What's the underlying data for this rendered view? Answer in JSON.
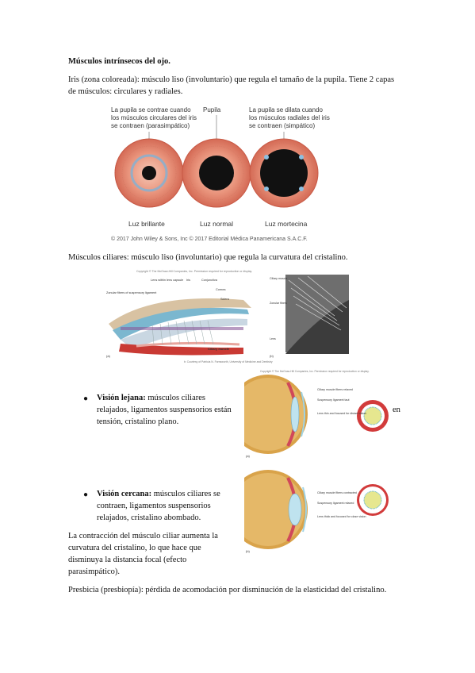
{
  "heading": "Músculos intrínsecos del ojo.",
  "iris": {
    "line1": "Iris (zona coloreada): músculo liso (involuntario) que regula el tamaño de la pupila. Tiene 2 capas",
    "line2": "de músculos: circulares y radiales.",
    "figure": {
      "label_left": [
        "La pupila se contrae cuando",
        "los músculos circulares del iris",
        "se contraen (parasimpático)"
      ],
      "label_center": "Pupila",
      "label_right": [
        "La pupila se dilata cuando",
        "los músculos radiales del iris",
        "se contraen (simpático)"
      ],
      "caption_left": "Luz brillante",
      "caption_center": "Luz normal",
      "caption_right": "Luz mortecina",
      "copyright": "© 2017 John Wiley & Sons, Inc  © 2017 Editorial Médica Panamericana S.A.C.F."
    }
  },
  "ciliary": {
    "line": "Músculos ciliares: músculo liso (involuntario) que regula la curvatura del cristalino.",
    "figure": {
      "copyright_top": "Copyright © The McGraw-Hill Companies, Inc. Permission required for reproduction or display.",
      "labels": [
        "Lens within lens capsule",
        "Iris",
        "Conjunctiva",
        "Cornea",
        "Sclera",
        "Zonular fibers of suspensory ligament",
        "Ciliary muscle"
      ],
      "micro_labels": [
        "Ciliary muscle",
        "Zonular fibers",
        "Lens"
      ],
      "panel_a": "(a)",
      "panel_b": "(b)",
      "credit": "b: Courtesy of Patricia N. Farnsworth, University of Medicine and Dentistry"
    }
  },
  "far": {
    "title": "Visión lejana:",
    "text_line1": " músculos ciliares",
    "text_line2": "relajados, ligamentos suspensorios están",
    "text_line3": "tensión, cristalino plano.",
    "en": "en",
    "figure": {
      "copyright": "Copyright © The McGraw-Hill Companies, Inc. Permission required for reproduction or display.",
      "labels": [
        "Ciliary muscle fibers relaxed",
        "Suspensory ligament taut",
        "Lens thin and focused for distant vision"
      ],
      "panel": "(a)"
    }
  },
  "near": {
    "title": "Visión cercana:",
    "text_line1": " músculos ciliares se",
    "text_line2": "contraen, ligamentos suspensorios",
    "text_line3": "relajados, cristalino abombado.",
    "figure": {
      "labels": [
        "Ciliary muscle fibers contracted",
        "Suspensory ligament relaxed",
        "Lens thick and focused for close vision"
      ],
      "panel": "(b)"
    }
  },
  "contraction": {
    "line1": "La contracción del músculo ciliar aumenta la",
    "line2": "curvatura del cristalino, lo que hace que",
    "line3": "disminuya la distancia focal (efecto",
    "line4": "parasimpático)."
  },
  "presbicia": "Presbicia (presbiopía): pérdida de acomodación por disminución de la elasticidad del cristalino."
}
